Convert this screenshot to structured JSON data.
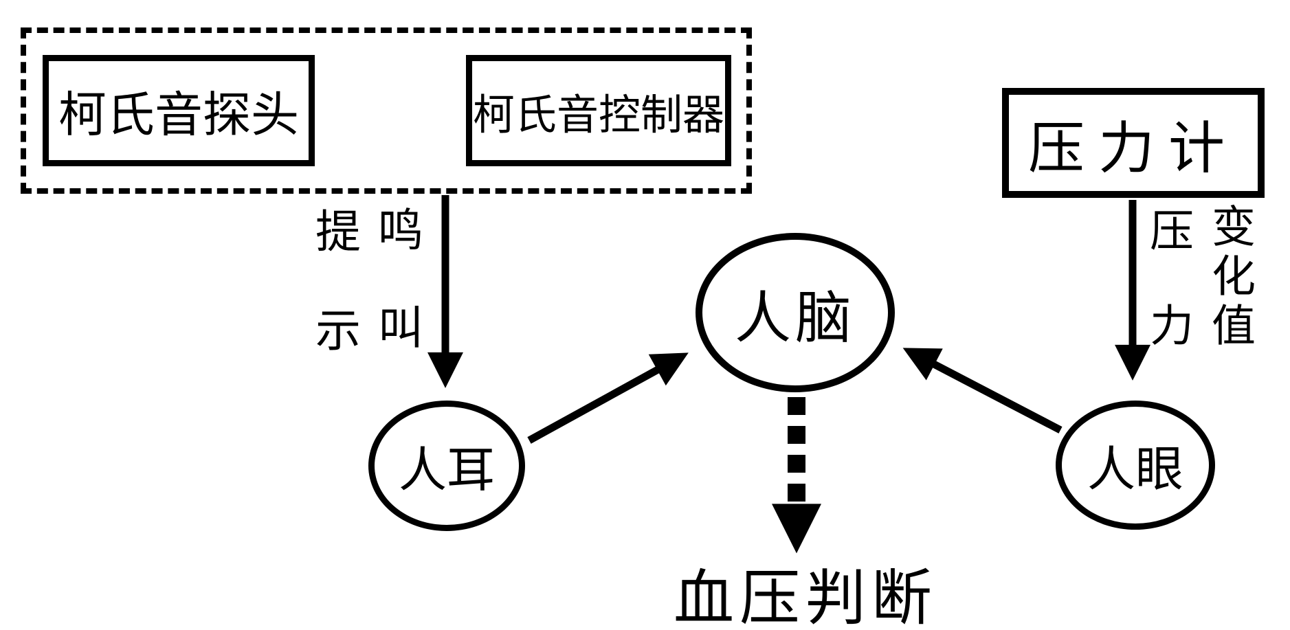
{
  "colors": {
    "ink": "#000000",
    "background": "#ffffff"
  },
  "diagram": {
    "sensor_group": {
      "probe_label": "柯氏音探头",
      "controller_label": "柯氏音控制器"
    },
    "gauge_label": "压力计",
    "nodes": {
      "ear_label": "人耳",
      "brain_label": "人脑",
      "eye_label": "人眼"
    },
    "edge_labels": {
      "beep_col1": "提示",
      "beep_col2": "鸣叫",
      "pressure_col1": "压力",
      "pressure_col2": "变化值"
    },
    "output_label": "血压判断"
  }
}
